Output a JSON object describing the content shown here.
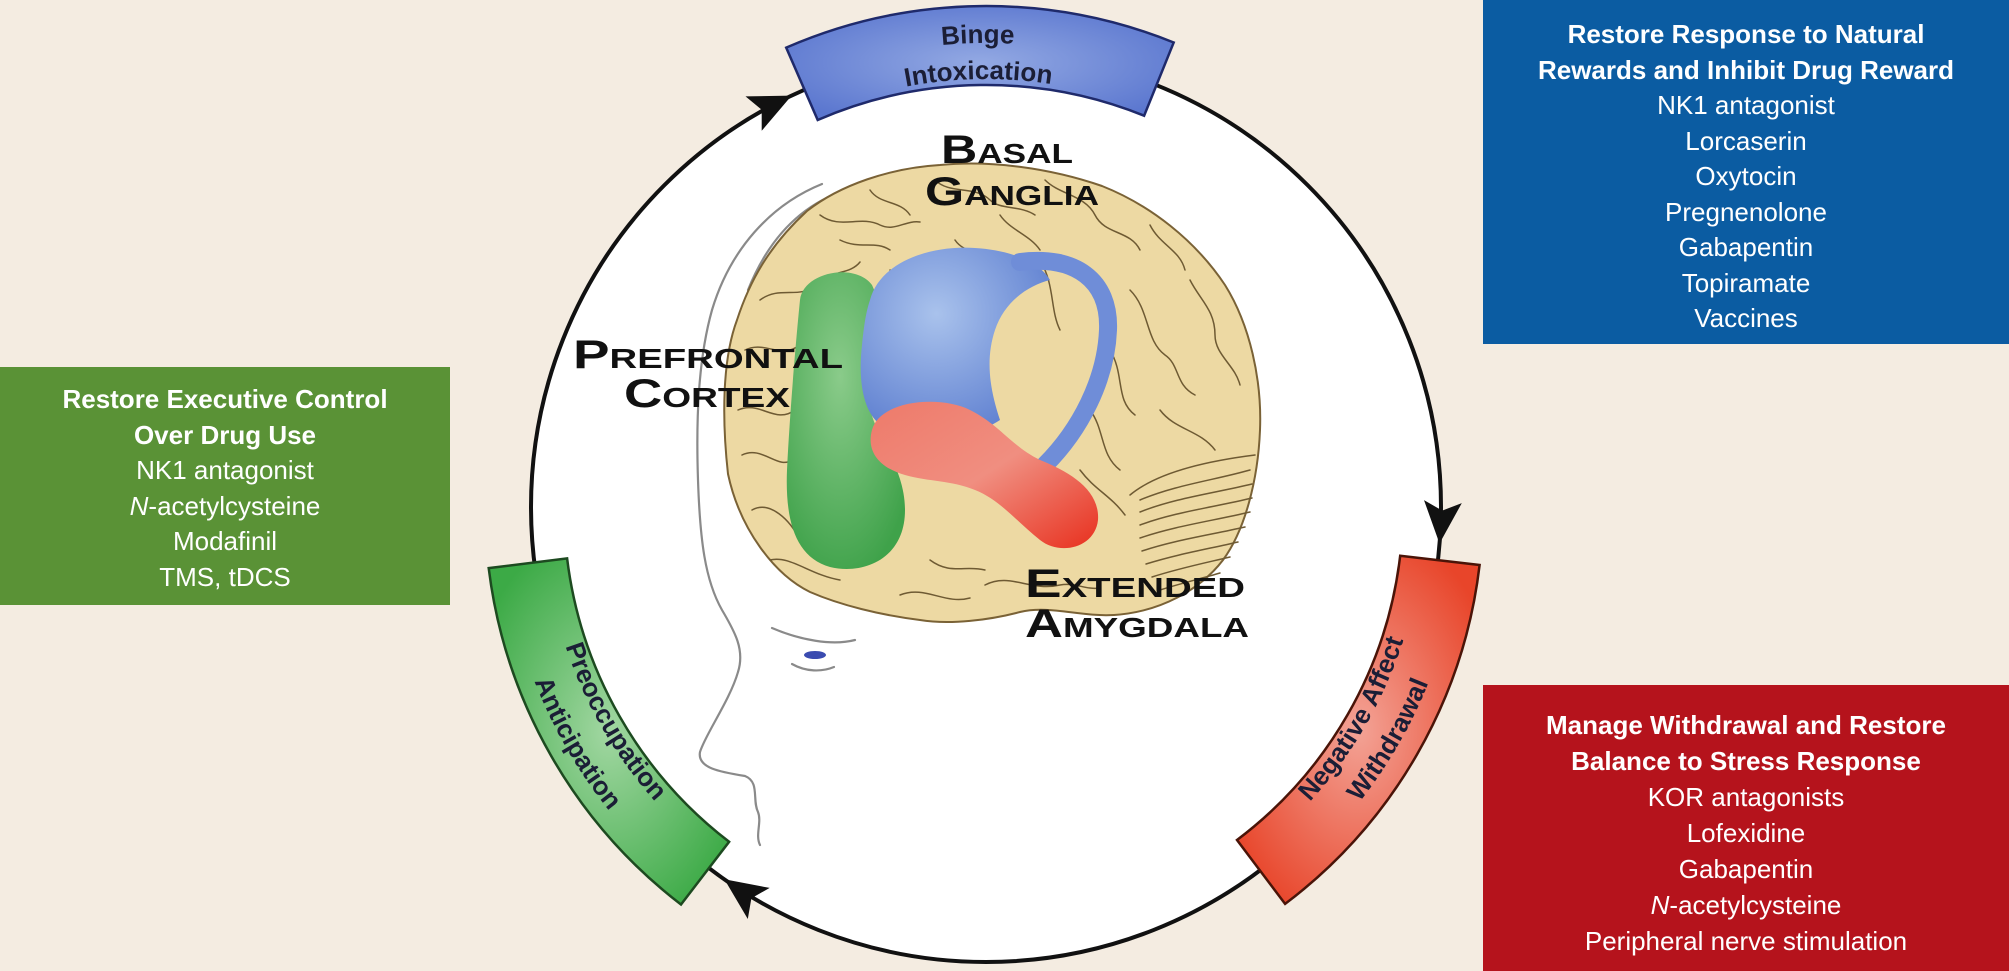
{
  "diagram": {
    "cycle_direction": "clockwise",
    "stages": {
      "binge": {
        "line1": "Binge",
        "line2": "Intoxication",
        "color": "#5A76CF"
      },
      "withdrawal": {
        "line1": "Negative Affect",
        "line2": "Withdrawal",
        "color": "#E8452A"
      },
      "preoccupation": {
        "line1": "Preoccupation",
        "line2": "Anticipation",
        "color": "#3CAA46"
      }
    },
    "brain_regions": {
      "basal_ganglia": {
        "line1": "Basal",
        "line2": "Ganglia",
        "color": "#5E7FD0"
      },
      "prefrontal_cortex": {
        "line1": "Prefrontal",
        "line2": "Cortex",
        "color": "#3FA24A"
      },
      "extended_amygdala": {
        "line1": "Extended",
        "line2": "Amygdala",
        "color": "#E8301E"
      }
    }
  },
  "treatment_boxes": {
    "reward": {
      "color": "#0B5CA2",
      "title_line1": "Restore Response to Natural",
      "title_line2": "Rewards and Inhibit Drug Reward",
      "items": [
        {
          "text": "NK1 antagonist"
        },
        {
          "text": "Lorcaserin"
        },
        {
          "text": "Oxytocin"
        },
        {
          "text": "Pregnenolone"
        },
        {
          "text": "Gabapentin"
        },
        {
          "text": "Topiramate"
        },
        {
          "text": "Vaccines"
        }
      ]
    },
    "executive": {
      "color": "#5A9236",
      "title_line1": "Restore Executive Control",
      "title_line2": "Over Drug Use",
      "items": [
        {
          "text": "NK1 antagonist"
        },
        {
          "italic": "N",
          "text": "-acetylcysteine"
        },
        {
          "text": "Modafinil"
        },
        {
          "text": "TMS, tDCS"
        }
      ]
    },
    "withdrawal": {
      "color": "#B5131C",
      "title_line1": "Manage Withdrawal and Restore",
      "title_line2": "Balance to Stress Response",
      "items": [
        {
          "text": "KOR antagonists"
        },
        {
          "text": "Lofexidine"
        },
        {
          "text": "Gabapentin"
        },
        {
          "italic": "N",
          "text": "-acetylcysteine"
        },
        {
          "text": "Peripheral nerve stimulation"
        }
      ]
    }
  }
}
